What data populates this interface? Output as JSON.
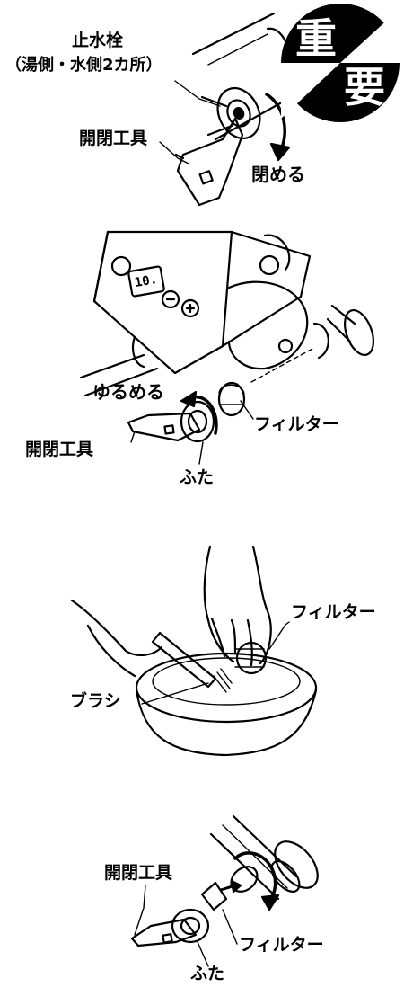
{
  "badge": {
    "top_char": "重",
    "bottom_char": "要"
  },
  "step1": {
    "valve_label": "止水栓",
    "valve_sub": "（湯側・水側2カ所）",
    "tool_label": "開閉工具",
    "action_label": "閉める"
  },
  "step2": {
    "action_label": "ゆるめる",
    "filter_label": "フィルター",
    "tool_label": "開閉工具",
    "cap_label": "ふた",
    "display_value": "10."
  },
  "step3": {
    "filter_label": "フィルター",
    "brush_label": "ブラシ"
  },
  "step4": {
    "tool_label": "開閉工具",
    "filter_label": "フィルター",
    "cap_label": "ふた"
  }
}
